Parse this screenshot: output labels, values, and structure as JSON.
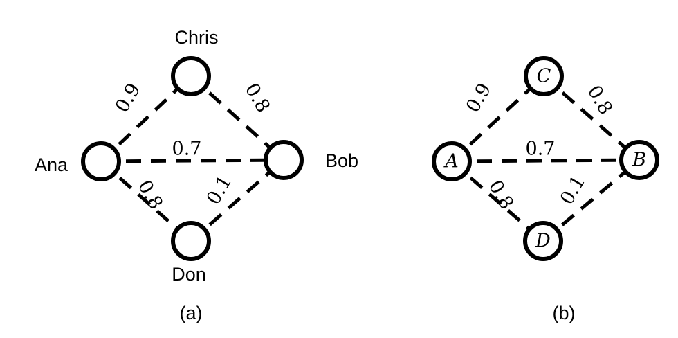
{
  "graphs": [
    {
      "id": "a",
      "caption": "(a)",
      "nodes": [
        {
          "id": "C",
          "name": "Chris"
        },
        {
          "id": "A",
          "name": "Ana"
        },
        {
          "id": "B",
          "name": "Bob"
        },
        {
          "id": "D",
          "name": "Don"
        }
      ],
      "edges": [
        {
          "from": "A",
          "to": "C",
          "label": "0.9"
        },
        {
          "from": "C",
          "to": "B",
          "label": "0.8"
        },
        {
          "from": "A",
          "to": "B",
          "label": "0.7"
        },
        {
          "from": "A",
          "to": "D",
          "label": "0.8"
        },
        {
          "from": "D",
          "to": "B",
          "label": "0.1"
        }
      ]
    },
    {
      "id": "b",
      "caption": "(b)",
      "nodes": [
        {
          "id": "C",
          "name": "C"
        },
        {
          "id": "A",
          "name": "A"
        },
        {
          "id": "B",
          "name": "B"
        },
        {
          "id": "D",
          "name": "D"
        }
      ],
      "edges": [
        {
          "from": "A",
          "to": "C",
          "label": "0.9"
        },
        {
          "from": "C",
          "to": "B",
          "label": "0.8"
        },
        {
          "from": "A",
          "to": "B",
          "label": "0.7"
        },
        {
          "from": "A",
          "to": "D",
          "label": "0.8"
        },
        {
          "from": "D",
          "to": "B",
          "label": "0.1"
        }
      ]
    }
  ]
}
